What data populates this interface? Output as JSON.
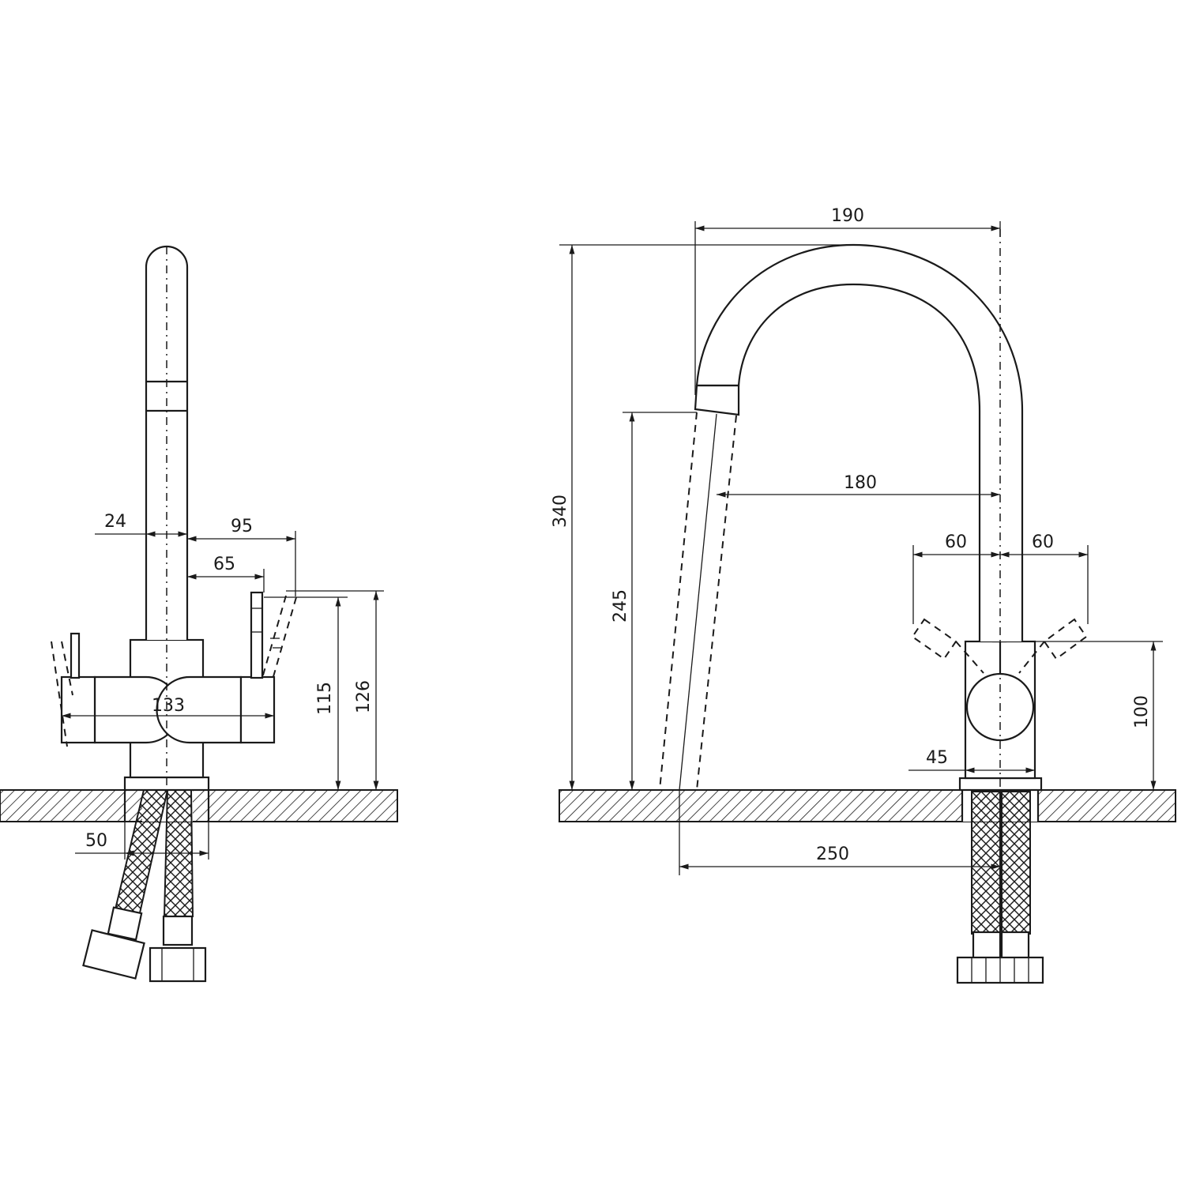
{
  "dimensions": {
    "front": {
      "spout_width": "24",
      "lever_reach_far": "95",
      "lever_reach_near": "65",
      "body_width": "133",
      "lever_height_low": "115",
      "lever_height_high": "126",
      "base_width": "50"
    },
    "side": {
      "spout_reach_top": "190",
      "total_height": "340",
      "spout_clearance": "245",
      "spout_reach_mid": "180",
      "lever_swing_left": "60",
      "lever_swing_right": "60",
      "body_height": "100",
      "body_depth": "45",
      "stream_reach": "250"
    }
  }
}
